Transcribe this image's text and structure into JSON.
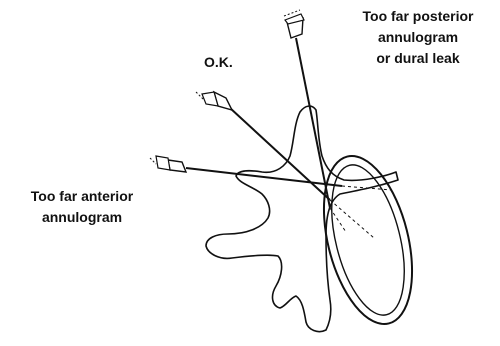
{
  "figure": {
    "labels": {
      "too_far_posterior": [
        "Too far posterior",
        "annulogram",
        "or dural leak"
      ],
      "ok": "O.K.",
      "too_far_anterior": [
        "Too far anterior",
        "annulogram"
      ]
    },
    "icons": [
      "needle-icon",
      "vertebra-icon",
      "disc-annulus-icon"
    ],
    "colors": {
      "ink": "#111111",
      "background": "#ffffff"
    }
  }
}
